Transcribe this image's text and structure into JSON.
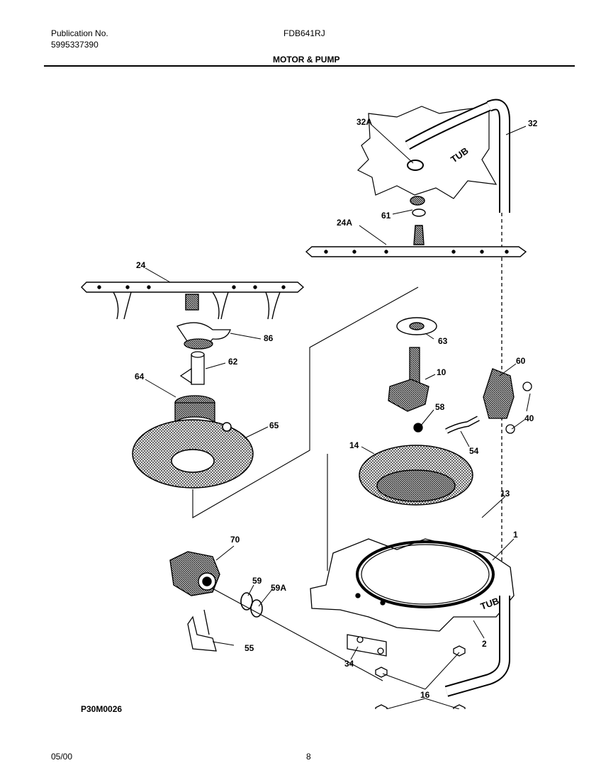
{
  "header": {
    "publication_label": "Publication No.",
    "publication_number": "5995337390",
    "model": "FDB641RJ",
    "section": "MOTOR & PUMP"
  },
  "footer": {
    "date": "05/00",
    "page": "8",
    "drawing_id": "P30M0026"
  },
  "diagram": {
    "tub_text": "TUB",
    "callouts": [
      "32A",
      "32",
      "61",
      "24A",
      "24",
      "86",
      "62",
      "64",
      "65",
      "63",
      "10",
      "60",
      "58",
      "40",
      "54",
      "14",
      "13",
      "1",
      "70",
      "59",
      "59A",
      "55",
      "2",
      "34",
      "16"
    ]
  }
}
